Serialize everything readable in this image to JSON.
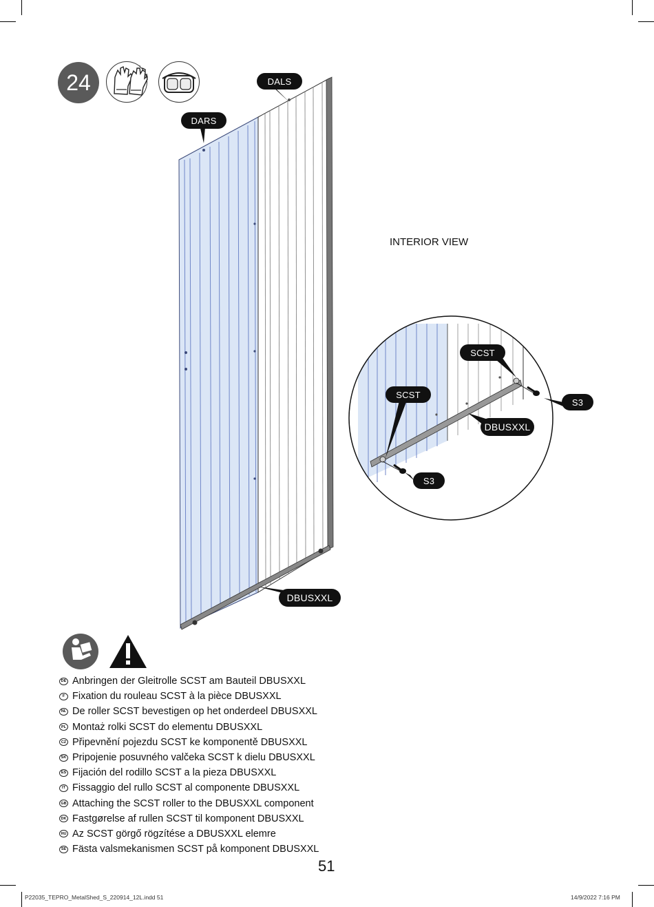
{
  "step": {
    "number": "24"
  },
  "tools": [
    {
      "name": "gloves-icon"
    },
    {
      "name": "goggles-icon"
    }
  ],
  "callouts": {
    "dals": "DALS",
    "dars": "DARS",
    "dbusxxl_main": "DBUSXXL",
    "scst_upper": "SCST",
    "scst_lower": "SCST",
    "s3_right": "S3",
    "s3_bottom": "S3",
    "dbusxxl_detail": "DBUSXXL"
  },
  "view_label": "INTERIOR VIEW",
  "instructions": [
    {
      "code": "DE",
      "text": "Anbringen der Gleitrolle SCST am Bauteil DBUSXXL"
    },
    {
      "code": "F",
      "text": "Fixation du rouleau SCST à la pièce DBUSXXL"
    },
    {
      "code": "NL",
      "text": "De roller SCST bevestigen op het onderdeel DBUSXXL"
    },
    {
      "code": "PL",
      "text": "Montaż rolki SCST do elementu DBUSXXL"
    },
    {
      "code": "CZ",
      "text": "Připevnění pojezdu SCST ke komponentě DBUSXXL"
    },
    {
      "code": "SK",
      "text": "Pripojenie posuvného valčeka SCST k dielu DBUSXXL"
    },
    {
      "code": "ES",
      "text": "Fijación del rodillo SCST a la pieza DBUSXXL"
    },
    {
      "code": "IT",
      "text": "Fissaggio del rullo SCST al componente DBUSXXL"
    },
    {
      "code": "GB",
      "text": "Attaching the SCST roller to the DBUSXXL component"
    },
    {
      "code": "DK",
      "text": "Fastgørelse af rullen SCST til komponent DBUSXXL"
    },
    {
      "code": "HU",
      "text": "Az SCST görgő rögzítése a DBUSXXL elemre"
    },
    {
      "code": "SE",
      "text": "Fästa valsmekanismen SCST på komponent DBUSXXL"
    }
  ],
  "page_number": "51",
  "footer": {
    "file": "P22035_TEPRO_MetalShed_S_220914_12L.indd   51",
    "date": "14/9/2022   7:16 PM"
  },
  "colors": {
    "panel_blue": "#dbe6f6",
    "callout_bg": "#111111",
    "badge_bg": "#5a5a5a"
  }
}
